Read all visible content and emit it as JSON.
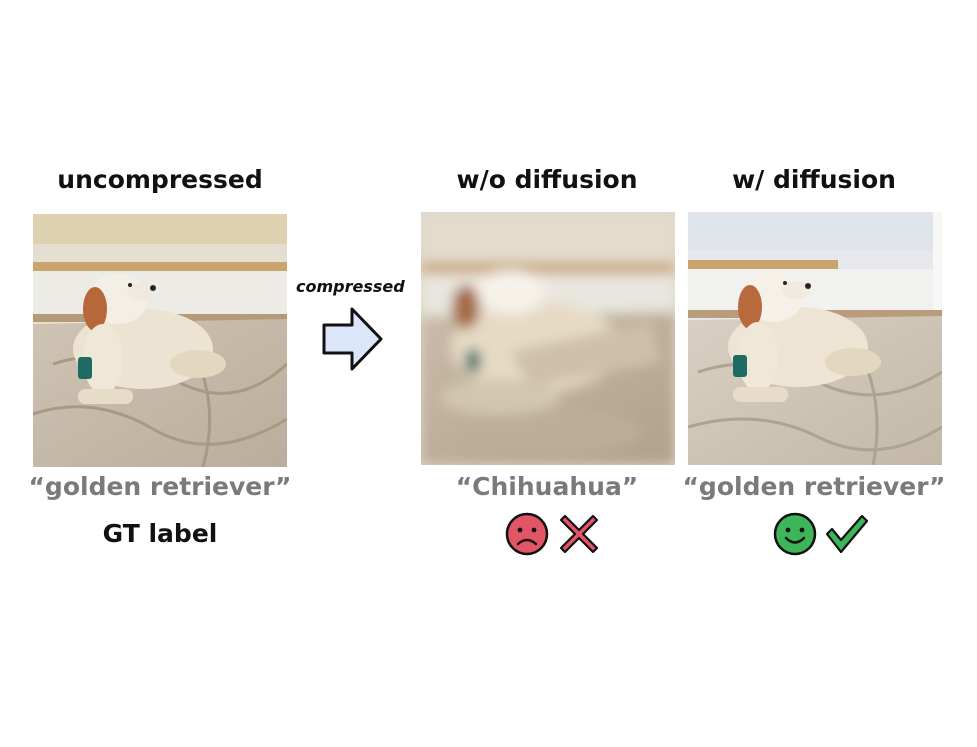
{
  "columns": [
    {
      "heading": "uncompressed",
      "caption": "“golden retriever”",
      "note": "GT label"
    },
    {
      "heading": "w/o diffusion",
      "caption": "“Chihuahua”",
      "verdict": "incorrect"
    },
    {
      "heading": "w/ diffusion",
      "caption": "“golden retriever”",
      "verdict": "correct"
    }
  ],
  "arrow": {
    "label": "compressed",
    "color": "#dce6fb"
  },
  "colors": {
    "sad_face": "#e25566",
    "cross": "#e25566",
    "happy_face": "#3db65a",
    "check": "#3db65a",
    "caption": "#7a7a7a"
  },
  "icons": {
    "arrow": "right-arrow-icon",
    "incorrect": [
      "sad-face-icon",
      "cross-icon"
    ],
    "correct": [
      "happy-face-icon",
      "check-icon"
    ]
  }
}
